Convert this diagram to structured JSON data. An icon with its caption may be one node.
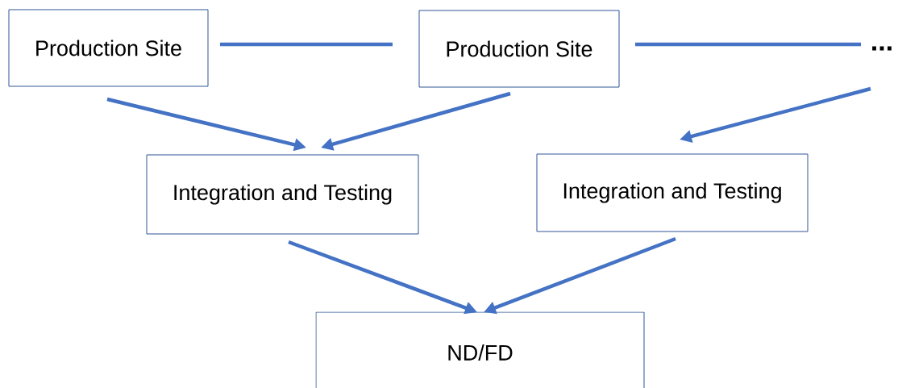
{
  "diagram": {
    "nodes": [
      {
        "text": [
          "Production Site"
        ]
      },
      {
        "text": [
          "Production Site"
        ]
      },
      {
        "text": [
          "..."
        ]
      },
      {
        "text": [
          "Integration and Testing"
        ]
      },
      {
        "text": [
          "Integration and Testing"
        ]
      },
      {
        "text": [
          "ND/FD"
        ]
      }
    ],
    "edges": [
      {
        "from": 0,
        "to": 1,
        "arrow": "none"
      },
      {
        "from": 1,
        "to": 2,
        "arrow": "none"
      },
      {
        "from": 0,
        "to": 3,
        "arrow": "to"
      },
      {
        "from": 1,
        "to": 3,
        "arrow": "to"
      },
      {
        "from": 2,
        "to": 4,
        "arrow": "to"
      },
      {
        "from": 3,
        "to": 5,
        "arrow": "to"
      },
      {
        "from": 4,
        "to": 5,
        "arrow": "to"
      }
    ]
  }
}
